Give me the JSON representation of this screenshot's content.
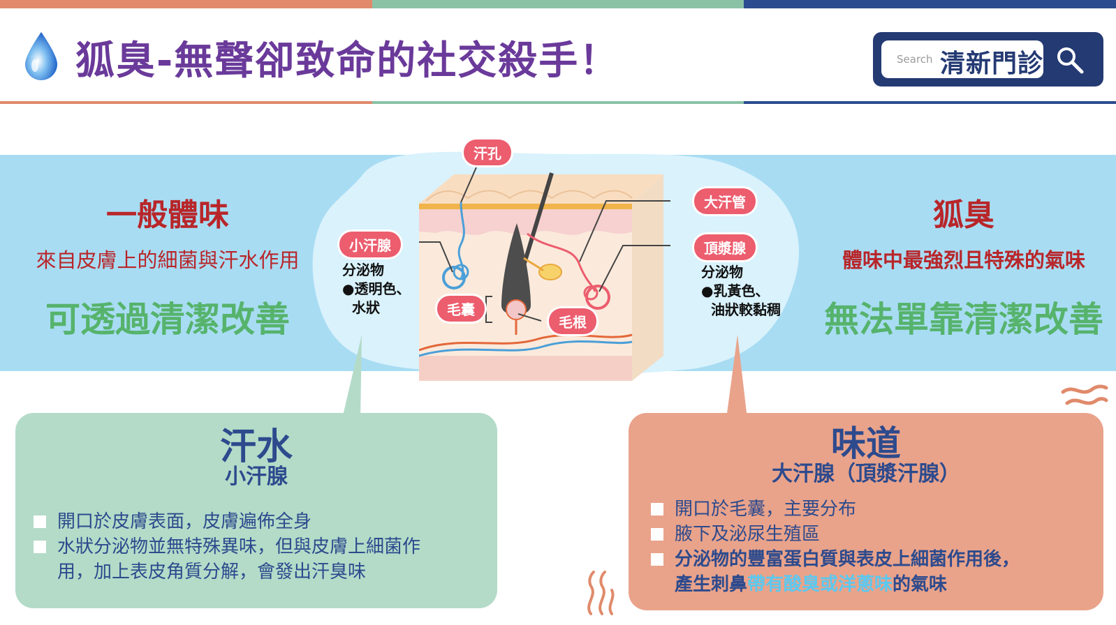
{
  "header": {
    "title": "狐臭-無聲卻致命的社交殺手！",
    "search_placeholder": "Search",
    "search_brand": "清新門診",
    "icons": [
      "water-drop-icon",
      "search-icon"
    ]
  },
  "colors": {
    "bar_orange": "#e08a6b",
    "bar_green": "#8ac2a6",
    "bar_blue": "#2b4c8f",
    "title_purple": "#6a3a9a",
    "band_blue": "#a8dcf3",
    "red": "#b8262a",
    "green": "#56b36c",
    "pill_pink": "#ec5d6e",
    "box_green": "#b3dbc8",
    "box_orange": "#e9a38a",
    "navy": "#2d4a8d",
    "highlight": "#5cc8f0"
  },
  "left": {
    "heading": "一般體味",
    "desc": "來自皮膚上的細菌與汗水作用",
    "note": "可透過清潔改善"
  },
  "right": {
    "heading": "狐臭",
    "desc": "體味中最強烈且特殊的氣味",
    "note": "無法單靠清潔改善"
  },
  "diagram": {
    "labels": {
      "pore": "汗孔",
      "small_gland": "小汗腺",
      "follicle": "毛囊",
      "root": "毛根",
      "large_duct": "大汗管",
      "apocrine": "頂漿腺"
    },
    "small_secretion": [
      "分泌物",
      "●透明色、",
      "水狀"
    ],
    "apocrine_secretion": [
      "分泌物",
      "●乳黃色、",
      "油狀較黏稠"
    ]
  },
  "sweat_box": {
    "title": "汗水",
    "subtitle": "小汗腺",
    "bullets": [
      "開口於皮膚表面，皮膚遍佈全身",
      "水狀分泌物並無特殊異味，但與皮膚上細菌作",
      "用，加上表皮角質分解，會發出汗臭味"
    ]
  },
  "odor_box": {
    "title": "味道",
    "subtitle": "大汗腺（頂漿汗腺）",
    "bullets": [
      "開口於毛囊，主要分布",
      "腋下及泌尿生殖區",
      "分泌物的豐富蛋白質與表皮上細菌作用後，"
    ],
    "last_line_pre": "產生刺鼻",
    "last_line_highlight": "帶有酸臭或洋蔥味",
    "last_line_post": "的氣味"
  }
}
